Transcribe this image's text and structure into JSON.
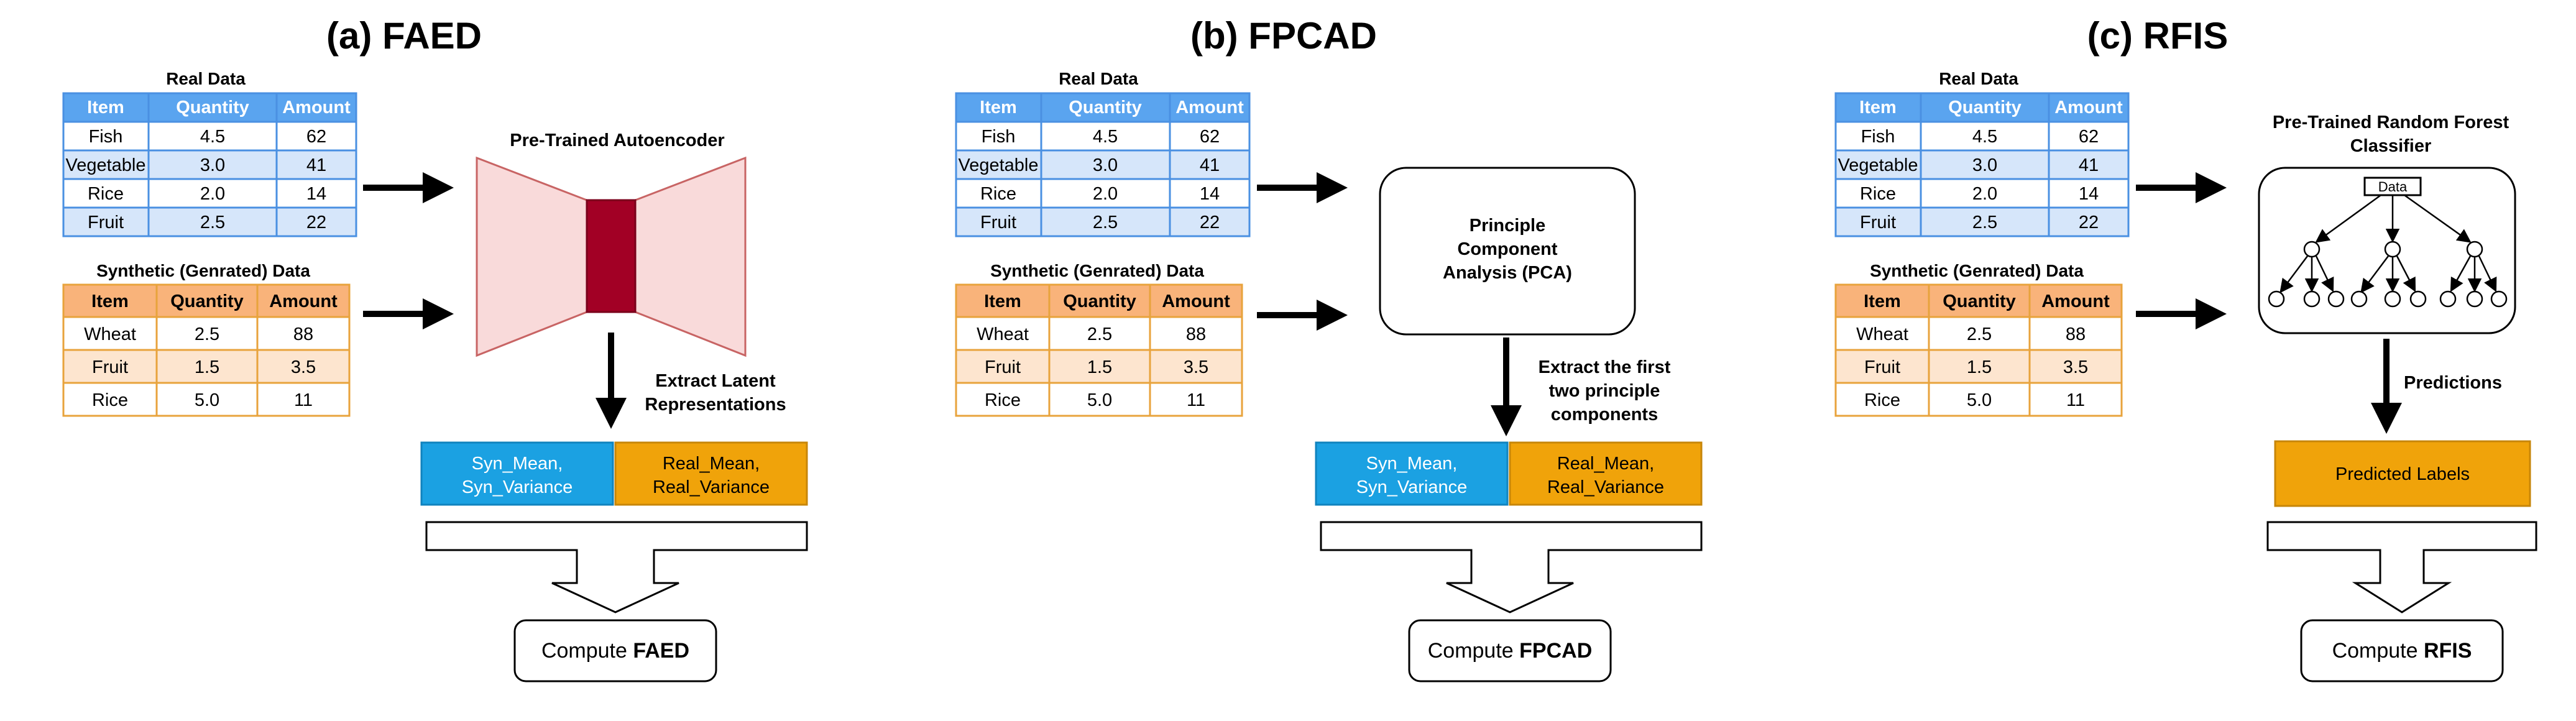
{
  "panels": [
    {
      "title": "(a) FAED",
      "real_caption": "Real Data",
      "real_table": {
        "headers": [
          "Item",
          "Quantity",
          "Amount"
        ],
        "rows": [
          [
            "Fish",
            "4.5",
            "62"
          ],
          [
            "Vegetable",
            "3.0",
            "41"
          ],
          [
            "Rice",
            "2.0",
            "14"
          ],
          [
            "Fruit",
            "2.5",
            "22"
          ]
        ]
      },
      "syn_caption": "Synthetic (Genrated) Data",
      "syn_table": {
        "headers": [
          "Item",
          "Quantity",
          "Amount"
        ],
        "rows": [
          [
            "Wheat",
            "2.5",
            "88"
          ],
          [
            "Fruit",
            "1.5",
            "3.5"
          ],
          [
            "Rice",
            "5.0",
            "11"
          ]
        ]
      },
      "model_label": "Pre-Trained Autoencoder",
      "step_label": [
        "Extract Latent",
        "Representations"
      ],
      "syn_stats": [
        "Syn_Mean,",
        "Syn_Variance"
      ],
      "real_stats": [
        "Real_Mean,",
        "Real_Variance"
      ],
      "compute_prefix": "Compute ",
      "compute_metric": "FAED"
    },
    {
      "title": "(b) FPCAD",
      "real_caption": "Real Data",
      "real_table": {
        "headers": [
          "Item",
          "Quantity",
          "Amount"
        ],
        "rows": [
          [
            "Fish",
            "4.5",
            "62"
          ],
          [
            "Vegetable",
            "3.0",
            "41"
          ],
          [
            "Rice",
            "2.0",
            "14"
          ],
          [
            "Fruit",
            "2.5",
            "22"
          ]
        ]
      },
      "syn_caption": "Synthetic (Genrated) Data",
      "syn_table": {
        "headers": [
          "Item",
          "Quantity",
          "Amount"
        ],
        "rows": [
          [
            "Wheat",
            "2.5",
            "88"
          ],
          [
            "Fruit",
            "1.5",
            "3.5"
          ],
          [
            "Rice",
            "5.0",
            "11"
          ]
        ]
      },
      "model_box": [
        "Principle",
        "Component",
        "Analysis (PCA)"
      ],
      "step_label": [
        "Extract the first",
        "two principle",
        "components"
      ],
      "syn_stats": [
        "Syn_Mean,",
        "Syn_Variance"
      ],
      "real_stats": [
        "Real_Mean,",
        "Real_Variance"
      ],
      "compute_prefix": "Compute ",
      "compute_metric": "FPCAD"
    },
    {
      "title": "(c) RFIS",
      "real_caption": "Real Data",
      "real_table": {
        "headers": [
          "Item",
          "Quantity",
          "Amount"
        ],
        "rows": [
          [
            "Fish",
            "4.5",
            "62"
          ],
          [
            "Vegetable",
            "3.0",
            "41"
          ],
          [
            "Rice",
            "2.0",
            "14"
          ],
          [
            "Fruit",
            "2.5",
            "22"
          ]
        ]
      },
      "syn_caption": "Synthetic (Genrated) Data",
      "syn_table": {
        "headers": [
          "Item",
          "Quantity",
          "Amount"
        ],
        "rows": [
          [
            "Wheat",
            "2.5",
            "88"
          ],
          [
            "Fruit",
            "1.5",
            "3.5"
          ],
          [
            "Rice",
            "5.0",
            "11"
          ]
        ]
      },
      "model_label": [
        "Pre-Trained Random Forest",
        "Classifier"
      ],
      "tree_root": "Data",
      "step_label": "Predictions",
      "output_box": "Predicted Labels",
      "compute_prefix": "Compute ",
      "compute_metric": "RFIS"
    }
  ],
  "colors": {
    "real_header": "#5aa4ef",
    "real_row_light": "#ffffff",
    "real_row_dark": "#d6e6fa",
    "real_border": "#4a90e2",
    "syn_header": "#f9b37a",
    "syn_row_light": "#ffffff",
    "syn_row_dark": "#fde5cf",
    "syn_border": "#e8a33c",
    "syn_stats_fill": "#1ba1e2",
    "real_stats_fill": "#f0a30a",
    "autoencoder_fill": "#f9dada",
    "autoencoder_stroke": "#c86464",
    "latent_fill": "#a20025"
  }
}
